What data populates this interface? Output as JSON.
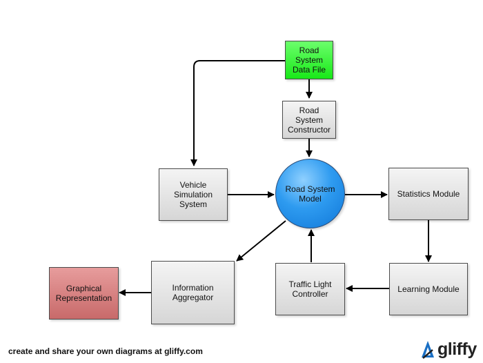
{
  "diagram": {
    "nodes": {
      "data_file": "Road\nSystem\nData File",
      "constructor": "Road\nSystem\nConstructor",
      "vehicle_sim": "Vehicle\nSimulation\nSystem",
      "road_model": "Road System\nModel",
      "statistics": "Statistics Module",
      "learning": "Learning Module",
      "traffic_light": "Traffic Light\nController",
      "info_aggregator": "Information\nAggregator",
      "graphical": "Graphical\nRepresentation"
    },
    "colors": {
      "data_file": "#22ee22",
      "road_model": "#1e8ff0",
      "graphical": "#d58080",
      "default_box": "#dedede"
    }
  },
  "footer": {
    "text": "create and share your own diagrams at gliffy.com",
    "logo_text": "gliffy",
    "logo_icon": "gliffy-logo-icon"
  }
}
